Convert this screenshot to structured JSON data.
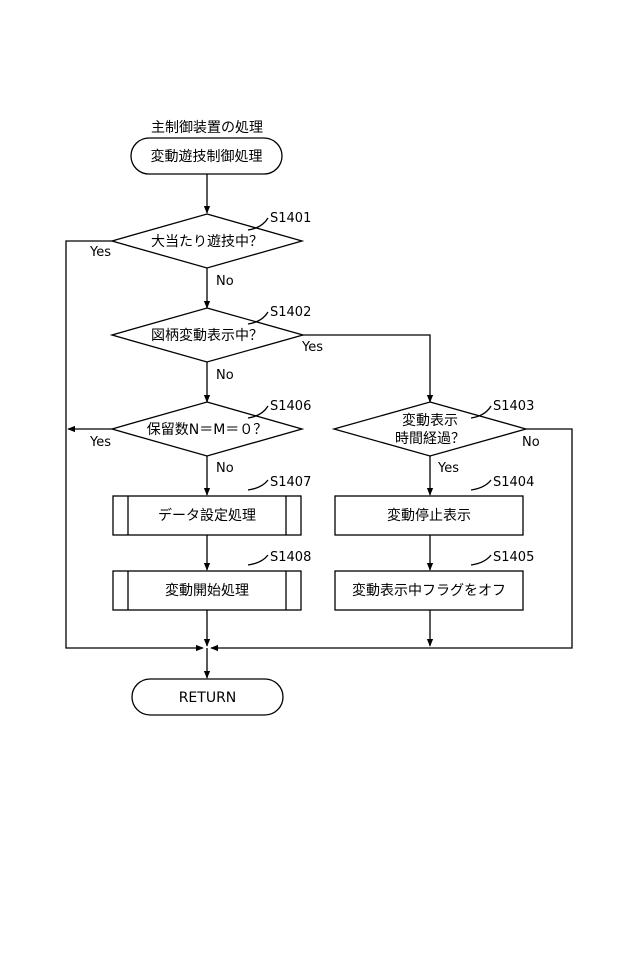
{
  "header": {
    "caption": "主制御装置の処理"
  },
  "terminals": {
    "start": "変動遊技制御処理",
    "end": "RETURN"
  },
  "steps": {
    "s1401": {
      "id": "S1401",
      "text": "大当たり遊技中？"
    },
    "s1402": {
      "id": "S1402",
      "text": "図柄変動表示中？"
    },
    "s1406": {
      "id": "S1406",
      "text": "保留数N＝M＝０？"
    },
    "s1403": {
      "id": "S1403",
      "text_line1": "変動表示",
      "text_line2": "時間経過？"
    },
    "s1407": {
      "id": "S1407",
      "text": "データ設定処理"
    },
    "s1408": {
      "id": "S1408",
      "text": "変動開始処理"
    },
    "s1404": {
      "id": "S1404",
      "text": "変動停止表示"
    },
    "s1405": {
      "id": "S1405",
      "text": "変動表示中フラグをオフ"
    }
  },
  "branch_labels": {
    "yes": "Yes",
    "no": "No"
  }
}
